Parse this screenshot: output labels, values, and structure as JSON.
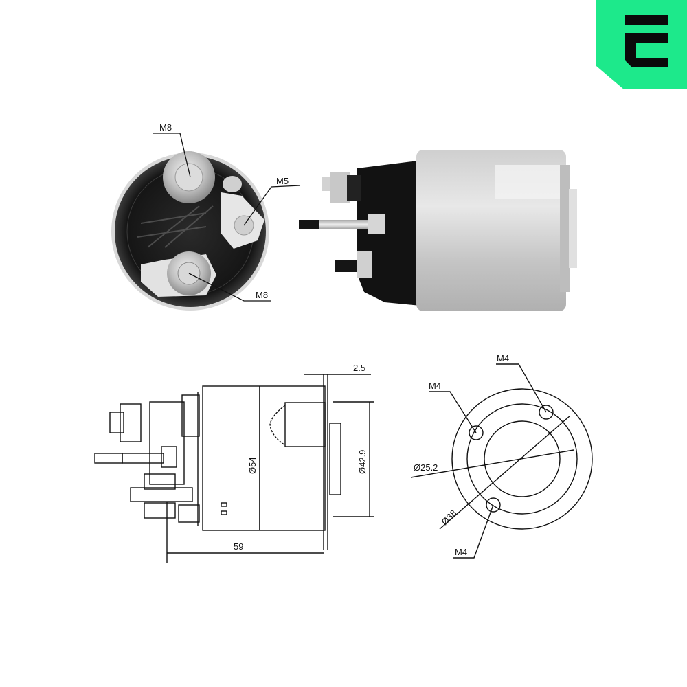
{
  "brand": {
    "logo_letter": "E",
    "logo_bg": "#1de98b",
    "logo_fg": "#0a0a0a"
  },
  "end_view_photo": {
    "labels": {
      "terminal_top": "M8",
      "terminal_right": "M5",
      "terminal_bottom": "M8"
    }
  },
  "side_view_photo": {
    "description": "starter solenoid side photo"
  },
  "side_drawing": {
    "dim_gap": "2.5",
    "dim_flange_dia": "Ø42.9",
    "dim_body_dia": "Ø54",
    "dim_length": "59"
  },
  "front_drawing": {
    "hole_top": "M4",
    "hole_left": "M4",
    "hole_bottom": "M4",
    "dim_inner_dia": "Ø25.2",
    "dim_bolt_circle": "Ø38"
  }
}
